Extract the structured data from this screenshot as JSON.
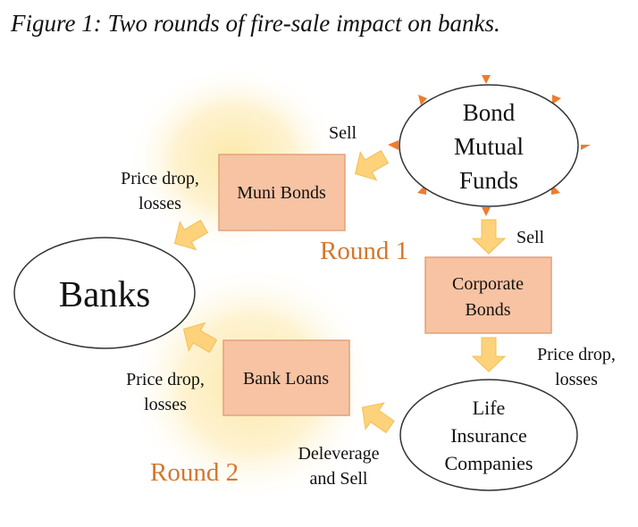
{
  "figure": {
    "caption": "Figure 1: Two rounds of fire-sale impact on banks."
  },
  "nodes": {
    "bond_funds": [
      "Bond",
      "Mutual",
      "Funds"
    ],
    "banks": "Banks",
    "life_insurance": [
      "Life",
      "Insurance",
      "Companies"
    ],
    "muni_bonds": "Muni Bonds",
    "corporate_bonds": [
      "Corporate",
      "Bonds"
    ],
    "bank_loans": "Bank Loans"
  },
  "edge_labels": {
    "sell_muni": "Sell",
    "sell_corporate": "Sell",
    "muni_to_banks": [
      "Price drop,",
      "losses"
    ],
    "corporate_to_life": [
      "Price drop,",
      "losses"
    ],
    "loans_to_banks": [
      "Price drop,",
      "losses"
    ],
    "life_to_loans": [
      "Deleverage",
      "and Sell"
    ]
  },
  "rounds": {
    "round1": "Round 1",
    "round2": "Round 2"
  },
  "colors": {
    "box_fill": "#f7c3a3",
    "arrow_fill": "#fdd27a",
    "round_text": "#d4772c",
    "spike": "#ef7c2e",
    "glow": "#fde9a8"
  }
}
